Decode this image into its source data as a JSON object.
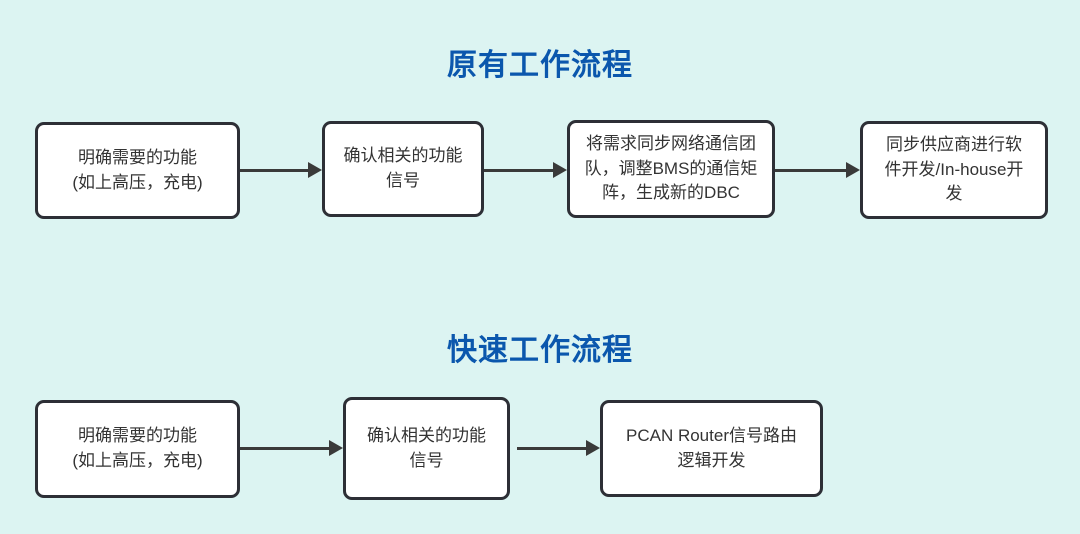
{
  "theme": {
    "canvas_bg": "#dcf4f2",
    "title_color": "#0b57ad",
    "box_bg": "#ffffff",
    "box_border": "#2d2f36",
    "box_text": "#333333",
    "arrow_color": "#3a3a3a"
  },
  "flows": [
    {
      "title": "原有工作流程",
      "steps": [
        "明确需要的功能\n(如上高压，充电)",
        "确认相关的功能\n信号",
        "将需求同步网络通信团\n队，调整BMS的通信矩\n阵，生成新的DBC",
        "同步供应商进行软\n件开发/In-house开\n发"
      ]
    },
    {
      "title": "快速工作流程",
      "steps": [
        "明确需要的功能\n(如上高压，充电)",
        "确认相关的功能\n信号",
        "PCAN Router信号路由\n逻辑开发"
      ]
    }
  ]
}
